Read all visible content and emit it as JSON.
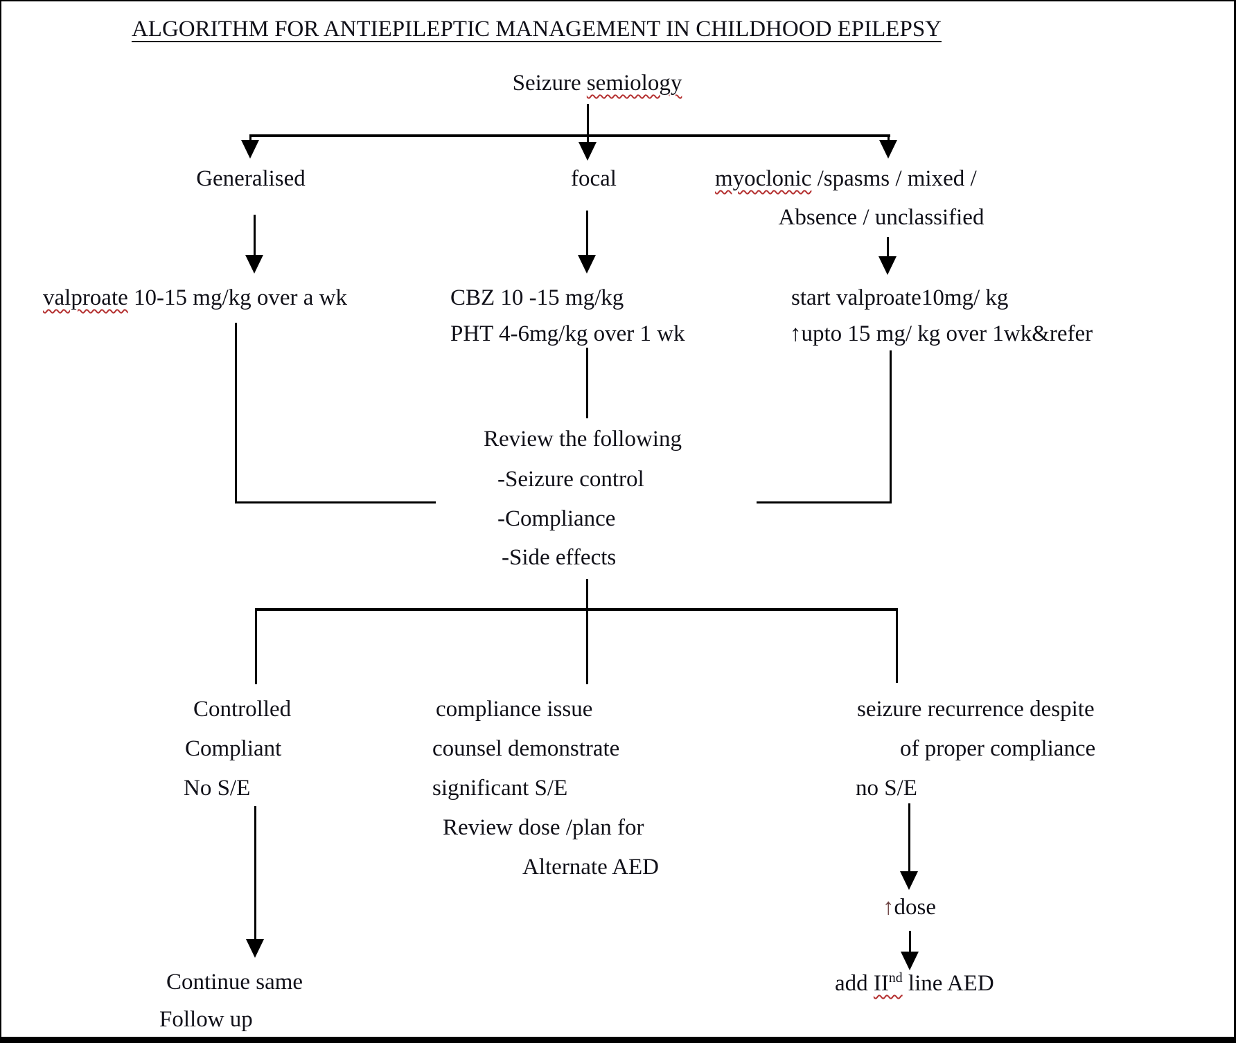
{
  "title": "ALGORITHM FOR ANTIEPILEPTIC MANAGEMENT IN CHILDHOOD EPILEPSY",
  "root": {
    "word1": "Seizure ",
    "word2_misspelled": "semiology"
  },
  "level1": {
    "generalised": "Generalised",
    "focal": "focal",
    "myoclonic_word": "myoclonic",
    "myoclonic_rest": " /spasms / mixed /",
    "myoclonic_line2": "Absence / unclassified"
  },
  "treatments": {
    "generalised_word": "valproate",
    "generalised_rest": " 10-15 mg/kg over a wk",
    "focal_line1": "CBZ 10 -15 mg/kg",
    "focal_line2": "PHT 4-6mg/kg over 1 wk",
    "myoclonic_line1": "start valproate10mg/ kg",
    "myoclonic_line2": "↑upto 15 mg/ kg over 1wk&refer"
  },
  "review": {
    "heading": "Review the following",
    "items": [
      "-Seizure control",
      "-Compliance",
      "-Side effects"
    ]
  },
  "outcomes": {
    "left": [
      "Controlled",
      "Compliant",
      "No S/E"
    ],
    "middle": [
      "compliance issue",
      "counsel demonstrate",
      "significant S/E",
      "Review dose /plan for",
      "Alternate AED"
    ],
    "right": [
      "seizure recurrence despite",
      "of proper compliance",
      "no S/E"
    ]
  },
  "actions": {
    "left_line1": "Continue same",
    "left_line2": "Follow up",
    "right1_arrow": "↑",
    "right1_word": "dose",
    "right2_word1": "add ",
    "right2_roman": "II",
    "right2_sup": "nd",
    "right2_rest": " line AED"
  },
  "colors": {
    "text": "#101018",
    "line": "#000000",
    "squiggle": "#b43030",
    "up_arrow": "#6b4040",
    "background": "#ffffff"
  }
}
